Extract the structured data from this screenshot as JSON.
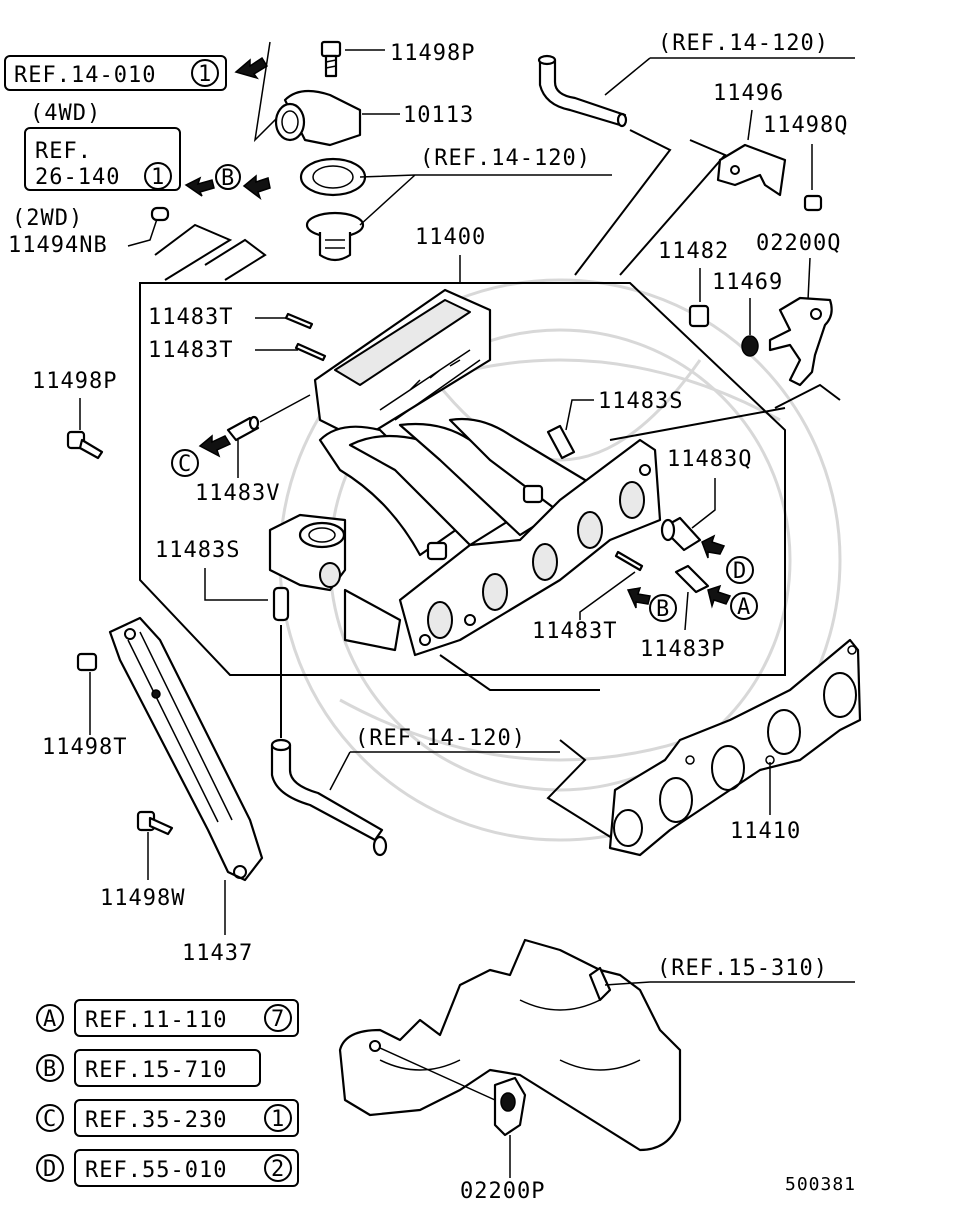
{
  "diagram_code": "500381",
  "callouts": {
    "p11498P_top": "11498P",
    "p10113": "10113",
    "p11496": "11496",
    "p11498Q": "11498Q",
    "ref_14_120_a": "(REF.14-120)",
    "ref_14_120_b": "(REF.14-120)",
    "ref_14_120_c": "(REF.14-120)",
    "ref_15_310": "(REF.15-310)",
    "p11400": "11400",
    "p11482": "11482",
    "p02200Q": "02200Q",
    "p11469": "11469",
    "p11483T_a": "11483T",
    "p11483T_b": "11483T",
    "p11483T_c": "11483T",
    "p11498P_left": "11498P",
    "p11483S_a": "11483S",
    "p11483S_b": "11483S",
    "p11483Q": "11483Q",
    "p11483V": "11483V",
    "p11483P": "11483P",
    "p11498T": "11498T",
    "p11498W": "11498W",
    "p11437": "11437",
    "p11410": "11410",
    "p02200P": "02200P",
    "p11494NB": "11494NB",
    "wd4": "(4WD)",
    "wd2": "(2WD)"
  },
  "ref_boxes": {
    "top_ref": {
      "text": "REF.14-010",
      "num": "1"
    },
    "wd4_ref_line1": "REF.",
    "wd4_ref_line2": "26-140",
    "wd4_ref_num": "1"
  },
  "markers": {
    "A": "A",
    "B": "B",
    "C": "C",
    "D": "D"
  },
  "legend": [
    {
      "letter": "A",
      "ref": "REF.11-110",
      "num": "7"
    },
    {
      "letter": "B",
      "ref": "REF.15-710",
      "num": ""
    },
    {
      "letter": "C",
      "ref": "REF.35-230",
      "num": "1"
    },
    {
      "letter": "D",
      "ref": "REF.55-010",
      "num": "2"
    }
  ]
}
